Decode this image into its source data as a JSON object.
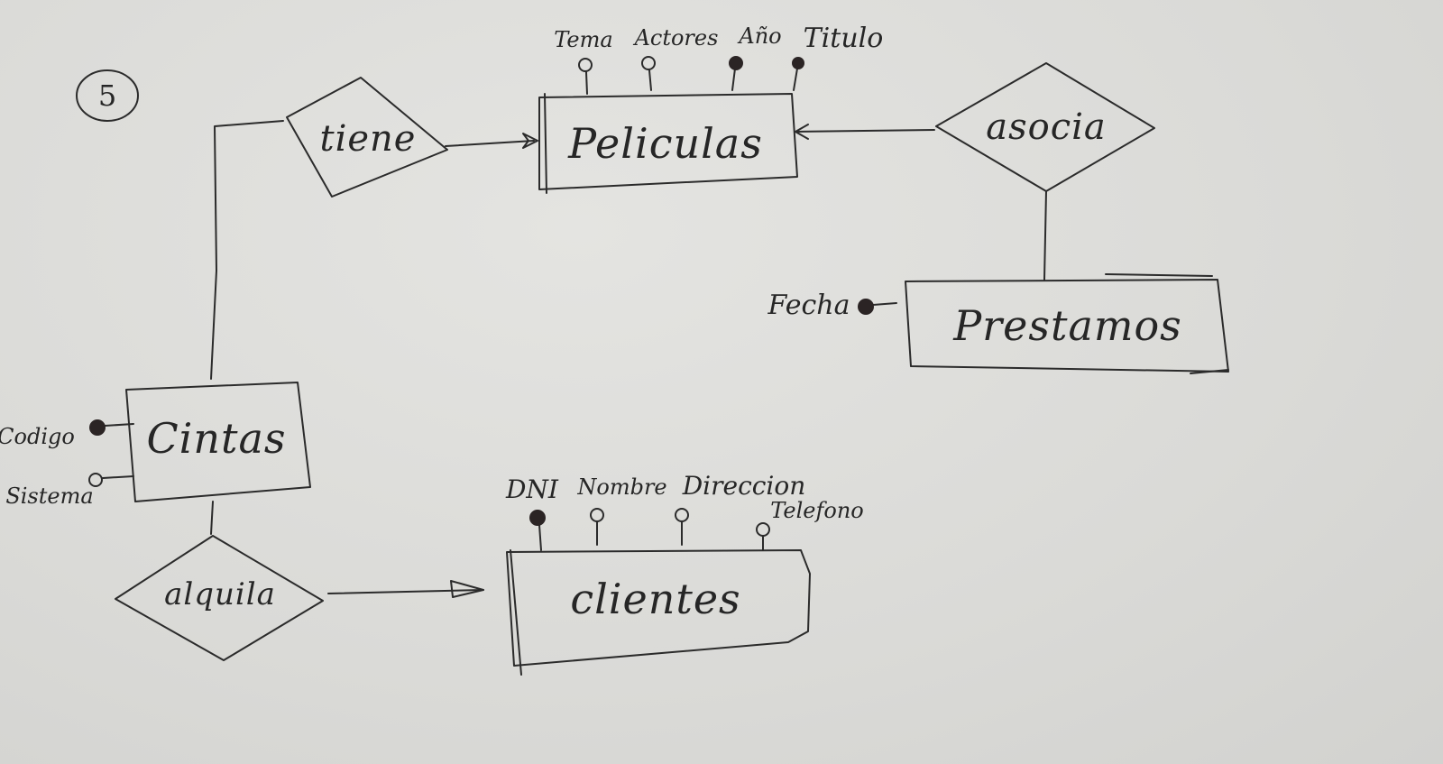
{
  "diagram": {
    "number": "5",
    "entities": {
      "peliculas": "Peliculas",
      "prestamos": "Prestamos",
      "cintas": "Cintas",
      "clientes": "clientes"
    },
    "relationships": {
      "tiene": "tiene",
      "asocia": "asocia",
      "alquila": "alquila"
    },
    "attributes": {
      "peliculas": [
        "Tema",
        "Actores",
        "Año",
        "Titulo"
      ],
      "prestamos": [
        "Fecha"
      ],
      "cintas": [
        "Codigo",
        "Sistema"
      ],
      "clientes": [
        "DNI",
        "Nombre",
        "Direccion",
        "Telefono"
      ]
    }
  }
}
